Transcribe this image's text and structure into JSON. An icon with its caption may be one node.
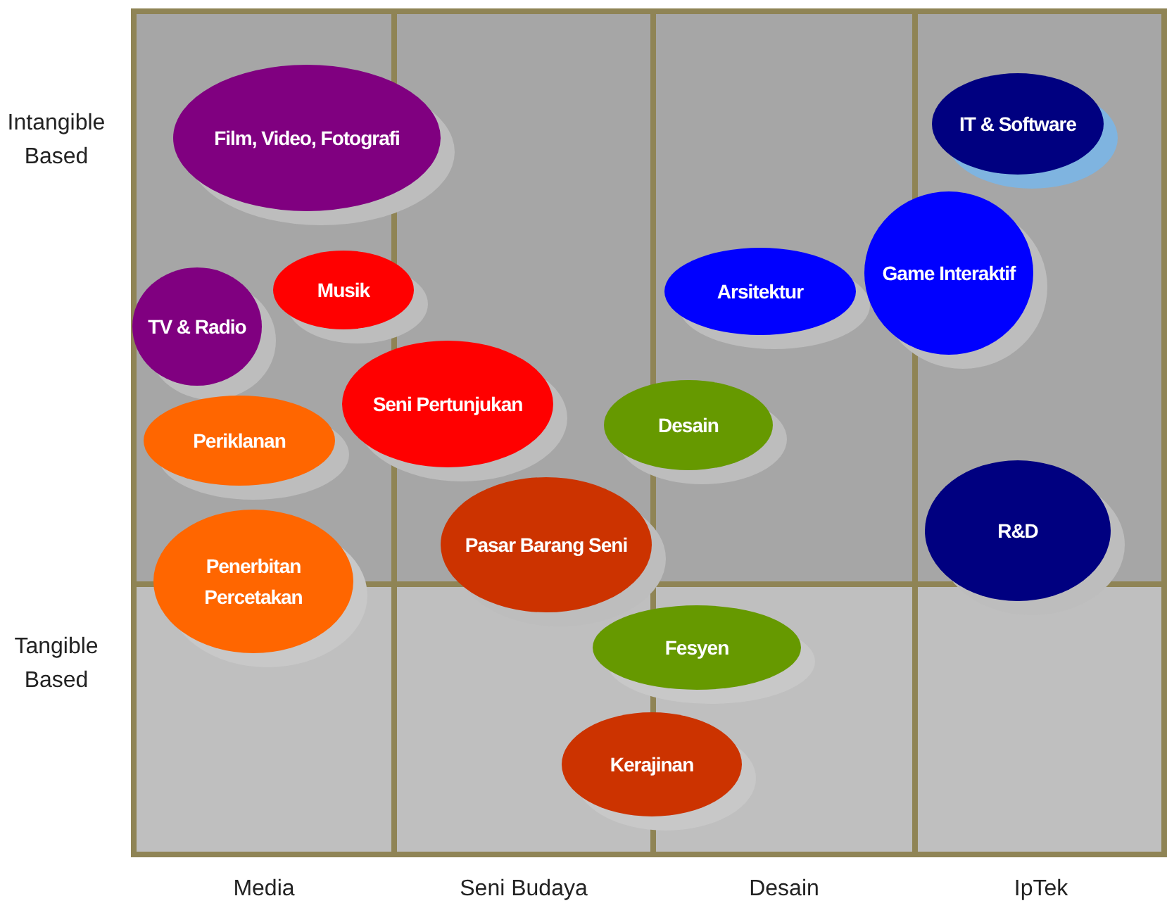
{
  "diagram": {
    "nodes": [
      {
        "text": [
          "Film, Video, Fotografi"
        ]
      },
      {
        "text": [
          "IT & Software"
        ]
      },
      {
        "text": [
          "TV & Radio"
        ]
      },
      {
        "text": [
          "Musik"
        ]
      },
      {
        "text": [
          "Arsitektur"
        ]
      },
      {
        "text": [
          "Game Interaktif"
        ]
      },
      {
        "text": [
          "Seni Pertunjukan"
        ]
      },
      {
        "text": [
          "Desain"
        ]
      },
      {
        "text": [
          "Periklanan"
        ]
      },
      {
        "text": [
          "Pasar Barang Seni"
        ]
      },
      {
        "text": [
          "R&D"
        ]
      },
      {
        "text": [
          "Penerbitan Percetakan"
        ]
      },
      {
        "text": [
          "Fesyen"
        ]
      },
      {
        "text": [
          "Kerajinan"
        ]
      }
    ],
    "edges": [],
    "labels": [
      "Intangible Based",
      "Tangible Based",
      "Media",
      "Seni Budaya",
      "Desain",
      "IpTek"
    ]
  }
}
